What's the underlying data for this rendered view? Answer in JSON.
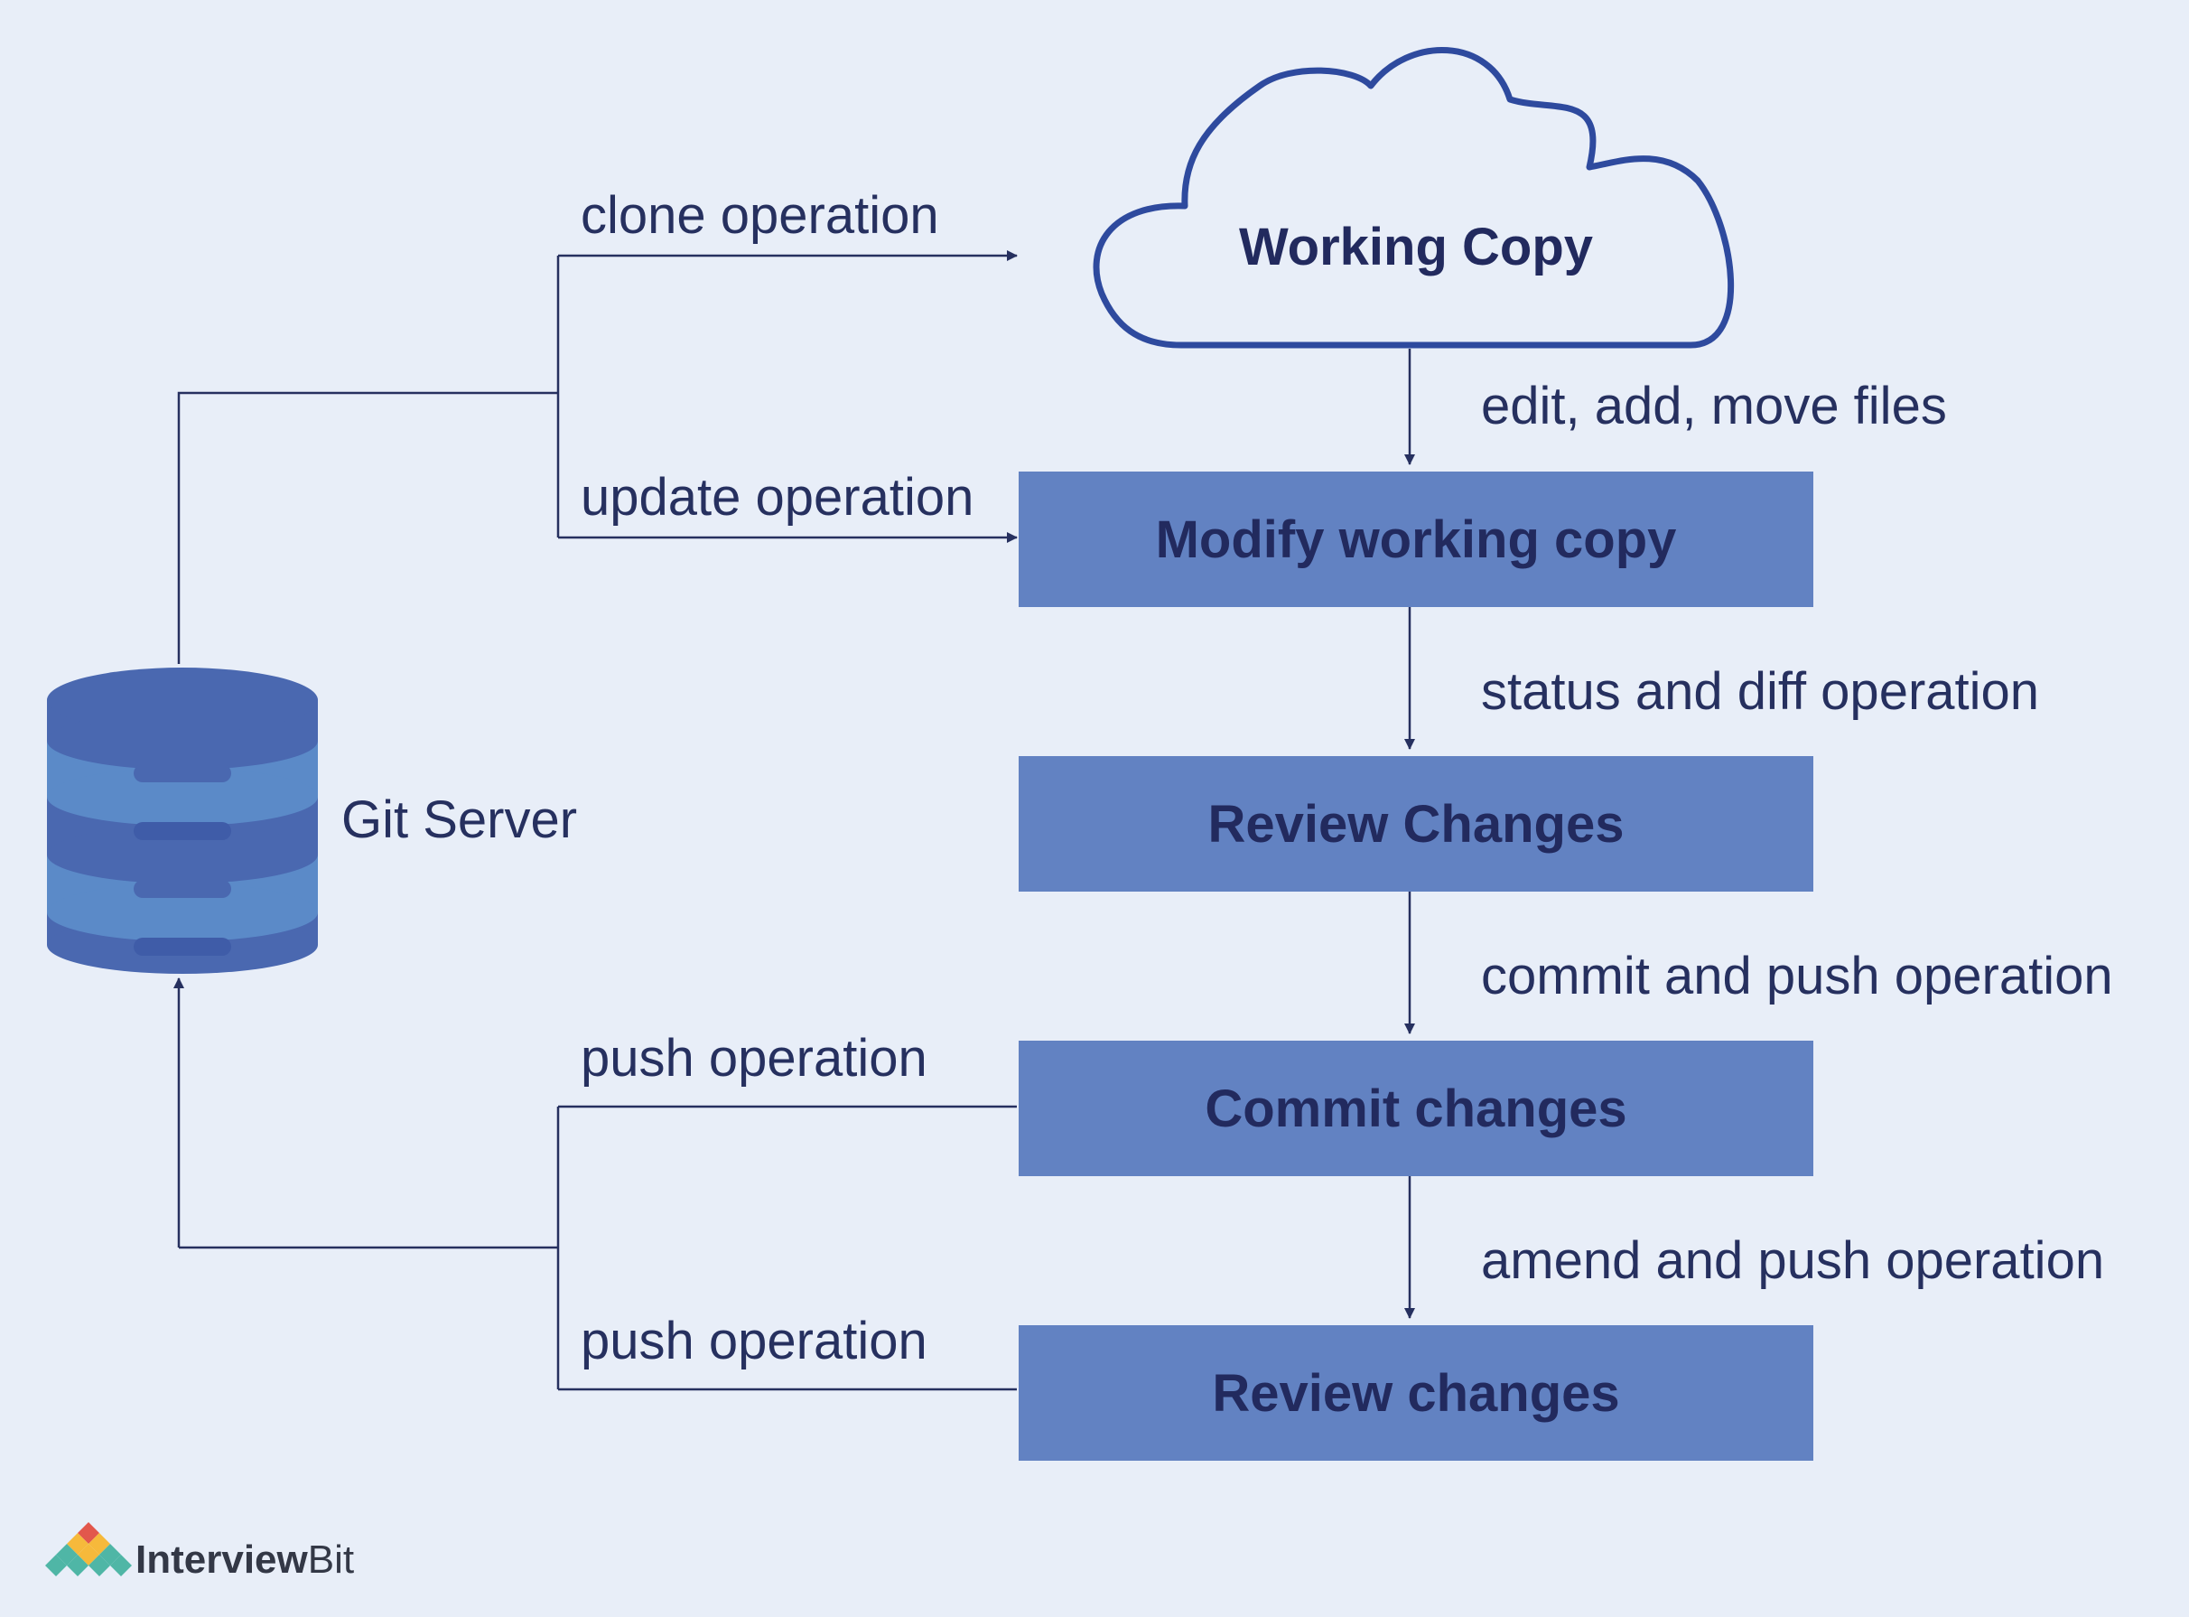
{
  "cloud": {
    "title": "Working Copy"
  },
  "server": {
    "label": "Git Server"
  },
  "left_labels": {
    "clone": "clone operation",
    "update": "update operation",
    "push_1": "push operation",
    "push_2": "push operation"
  },
  "boxes": [
    {
      "label": "Modify working copy"
    },
    {
      "label": "Review Changes"
    },
    {
      "label": "Commit changes"
    },
    {
      "label": "Review changes"
    }
  ],
  "right_labels": {
    "edit": "edit, add, move files",
    "status": "status and diff operation",
    "commit": "commit and push operation",
    "amend": "amend and push operation"
  },
  "logo": {
    "bold": "Interview",
    "regular": "Bit"
  },
  "colors": {
    "background": "#e8eef8",
    "box": "#6282c2",
    "text": "#222a5e",
    "line": "#26305f",
    "cloud_stroke": "#2e4a9e",
    "db_dark": "#4a68b0",
    "db_light": "#5b8ac8"
  }
}
